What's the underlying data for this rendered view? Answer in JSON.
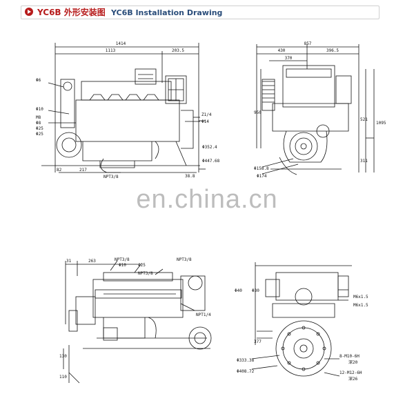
{
  "header": {
    "title_cn": "YC6B 外形安装图",
    "title_en": "YC6B Installation Drawing",
    "icon": "play-icon",
    "accent": "#b71c1c"
  },
  "watermark": "en.china.cn",
  "side_view_top": {
    "dims": {
      "overall": "1414",
      "d1": "1113",
      "d2": "203.5",
      "base_a": "82",
      "base_b": "217",
      "base_c": "38.8"
    },
    "labels": [
      "Φ6",
      "Φ10",
      "M8",
      "Φ8",
      "Φ25",
      "Φ25",
      "Φ14",
      "Z1/4",
      "NPT3/8",
      "Φ352.4",
      "Φ447.68"
    ]
  },
  "front_view_top": {
    "dims": {
      "width": "857",
      "left": "430",
      "right": "396.5",
      "center": "370",
      "h1": "950",
      "h2": "521",
      "h3": "1095",
      "h4": "311"
    },
    "labels": [
      "Φ158.8",
      "Φ174"
    ]
  },
  "side_view_bottom": {
    "dims": {
      "a": "31",
      "b": "263",
      "h": "130",
      "c": "110"
    },
    "labels": [
      "NPT3/8",
      "Φ10",
      "Φ25",
      "NPT3/8",
      "NPT3/8",
      "NPT1/4"
    ]
  },
  "rear_view_bottom": {
    "dims": {
      "a": "377"
    },
    "labels": [
      "Φ40",
      "Φ30",
      "Φ333.38",
      "Φ408.72",
      "M6x1.5",
      "M6x1.5",
      "8-M10-6H",
      "深20",
      "12-M12-6H",
      "深26"
    ]
  }
}
